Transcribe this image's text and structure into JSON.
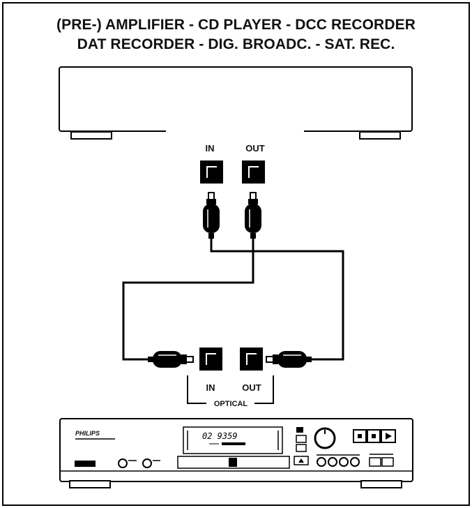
{
  "title": {
    "line1": "(PRE-) AMPLIFIER - CD PLAYER - DCC RECORDER",
    "line2": "DAT RECORDER - DIG. BROADC. - SAT. REC."
  },
  "upper_device": {
    "in_label": "IN",
    "out_label": "OUT"
  },
  "lower_device": {
    "in_label": "IN",
    "out_label": "OUT",
    "group_label": "OPTICAL",
    "brand": "PHILIPS",
    "display_text": "02 9359"
  },
  "colors": {
    "line": "#000000",
    "background": "#ffffff"
  }
}
